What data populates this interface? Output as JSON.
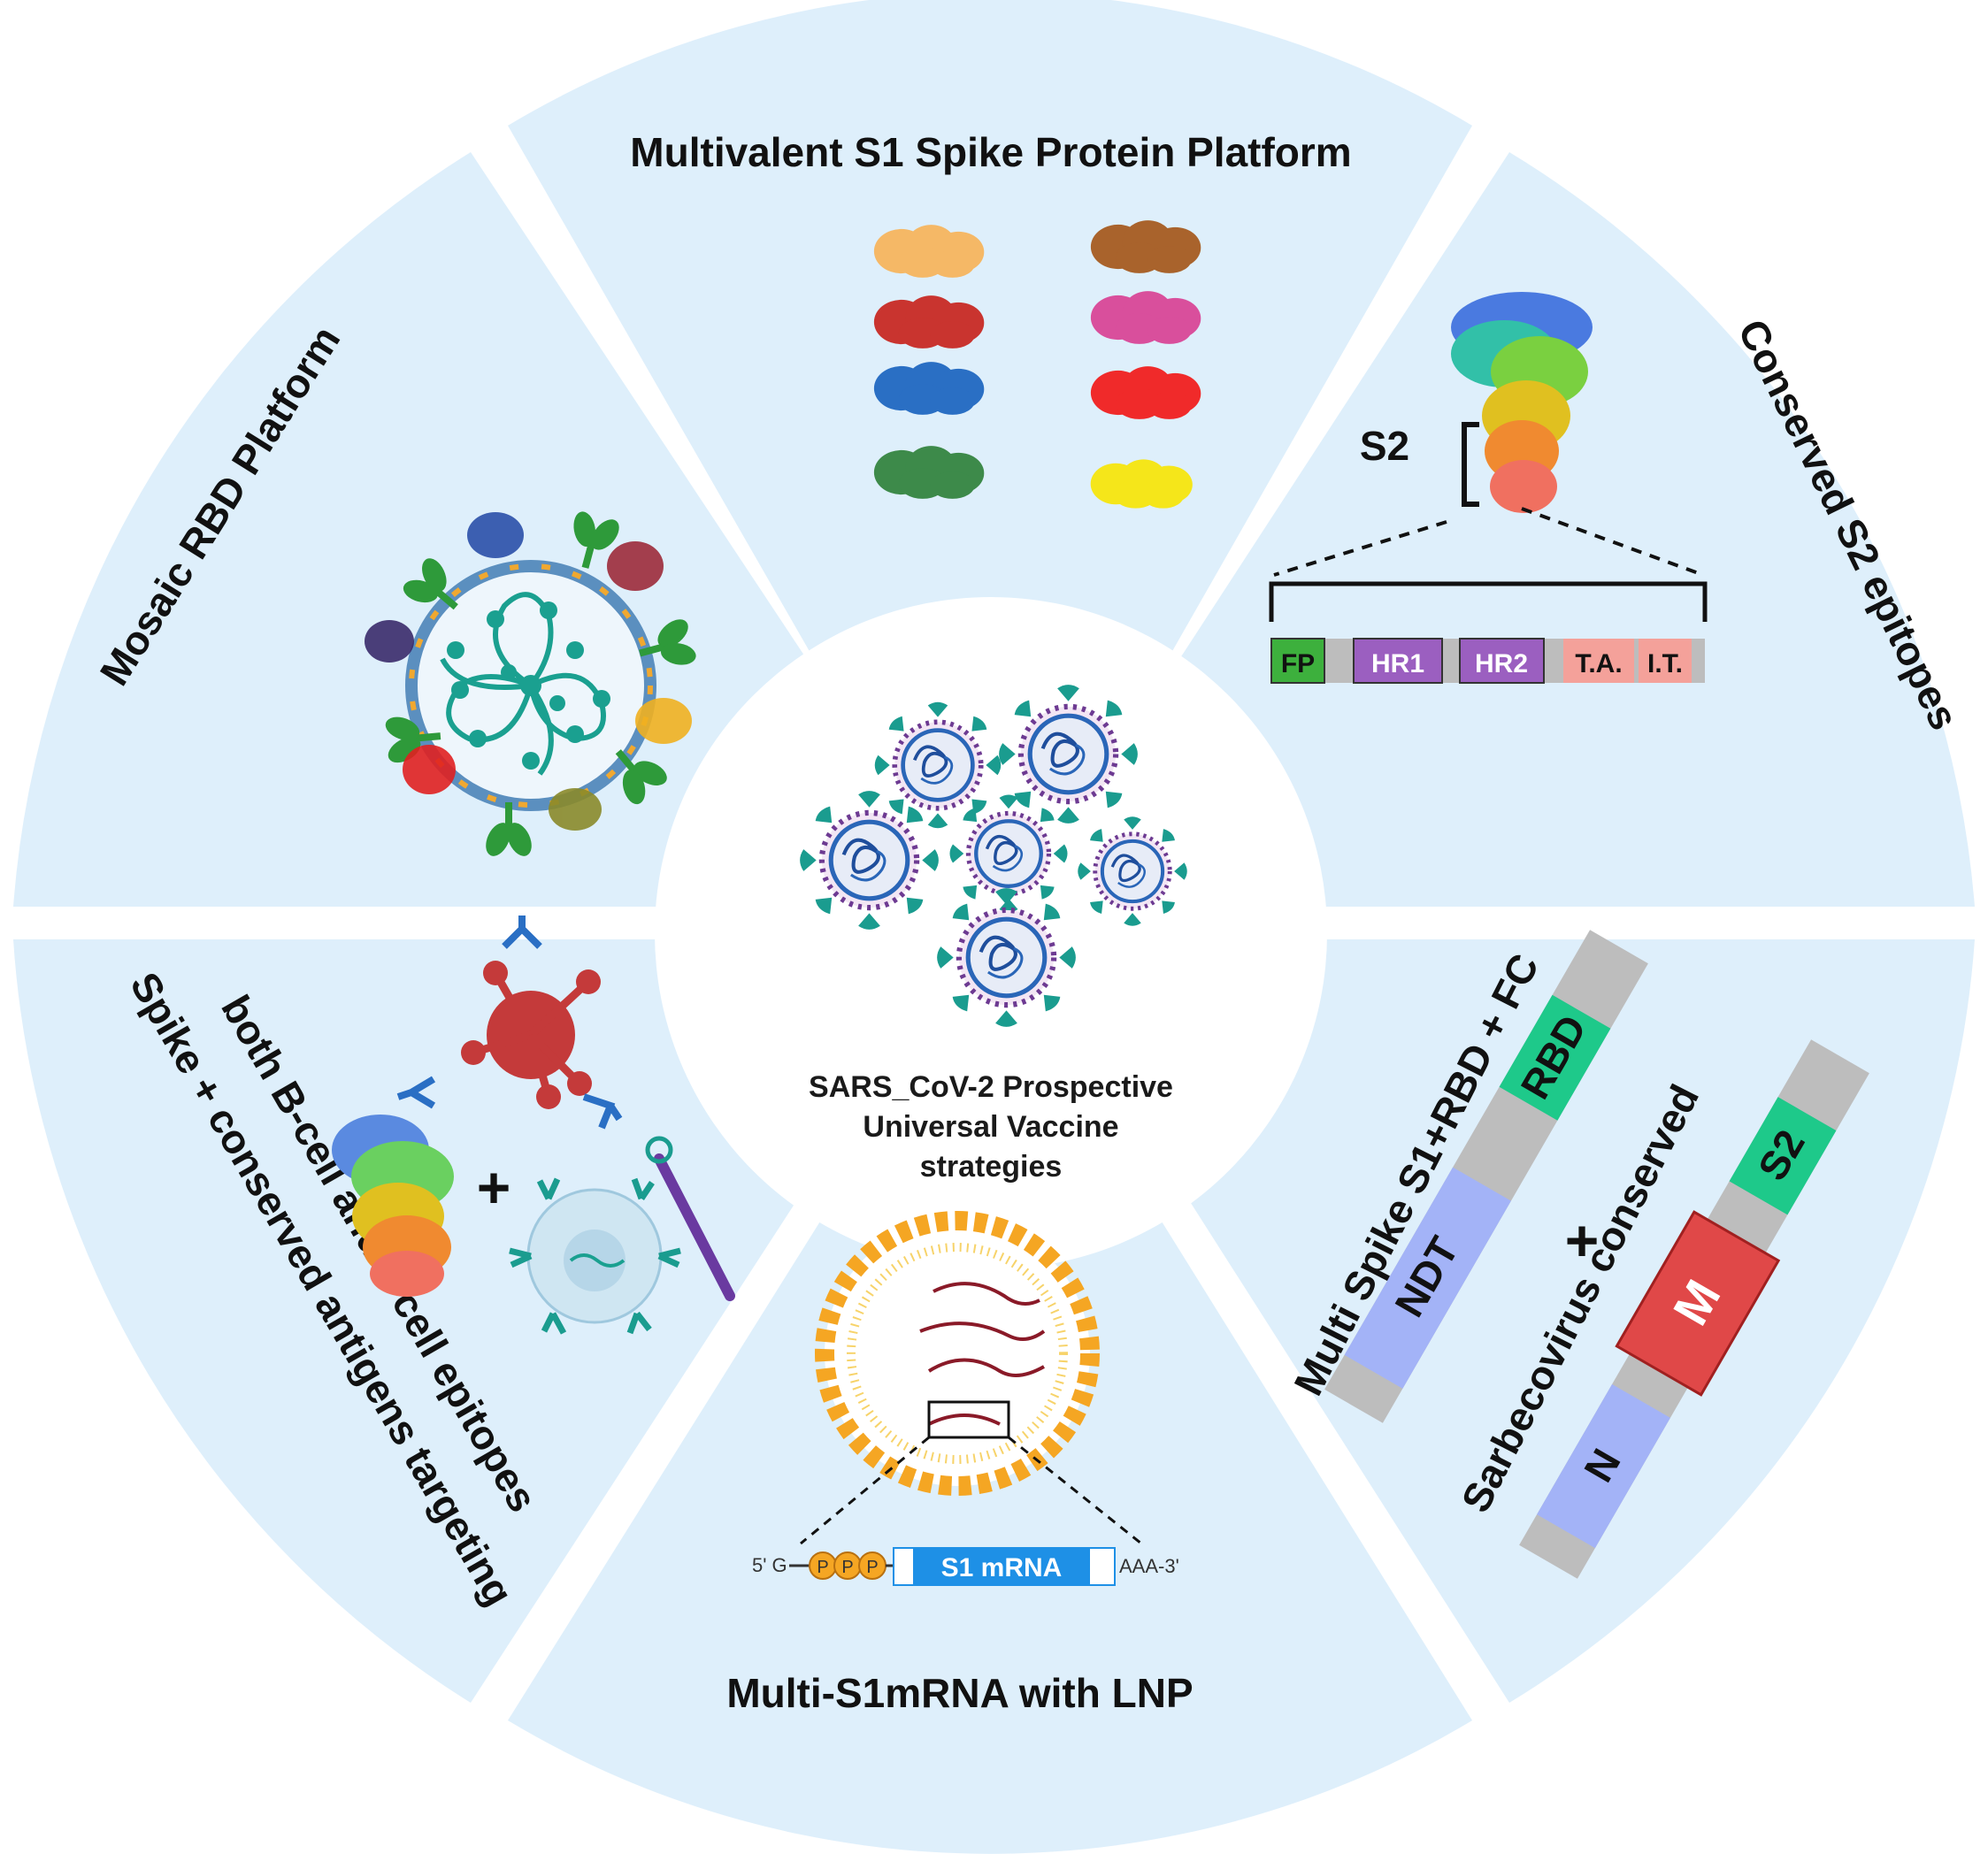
{
  "center": {
    "line1": "SARS_CoV-2 Prospective",
    "line2": "Universal Vaccine",
    "line3": "strategies"
  },
  "sectors": {
    "top_title": "Multivalent S1 Spike Protein Platform",
    "top_left_title": "Mosaic RBD Platform",
    "top_right_title": "Conserved S2 epitopes",
    "bottom_title": "Multi-S1mRNA with LNP",
    "bottom_left_line1": "Spike + conserved antigens targeting",
    "bottom_left_line2": "both B-cell and T-cell epitopes",
    "bottom_right_line1": "Multi Spike S1+RBD + FC",
    "bottom_right_line2": "Sarbecovirus conserved"
  },
  "s2_domain": {
    "bracket_label": "S2",
    "segments": [
      "FP",
      "HR1",
      "HR2",
      "T.A.",
      "I.T."
    ]
  },
  "mrna": {
    "five_prime": "5' G",
    "cap": [
      "P",
      "P",
      "P"
    ],
    "coding": "S1 mRNA",
    "three_prime": "AAA-3'"
  },
  "constructs": {
    "left_bar": [
      "NDT",
      "RBD"
    ],
    "right_bar": [
      "N",
      "M",
      "S2"
    ],
    "plus": "+"
  },
  "colors": {
    "sector_fill": "#deeffb",
    "fp": "#3db03d",
    "hr": "#9b5fc0",
    "ta_it": "#f4a19a",
    "gray": "#bdbdbd",
    "rbd_s2": "#1ec98a",
    "ndt_n": "#a3b3f7",
    "m": "#e04848",
    "mrna_box": "#1e90e6",
    "lnp": "#f5a623",
    "virus_spike": "#1a9c8f",
    "virus_core": "#2a66b8"
  }
}
